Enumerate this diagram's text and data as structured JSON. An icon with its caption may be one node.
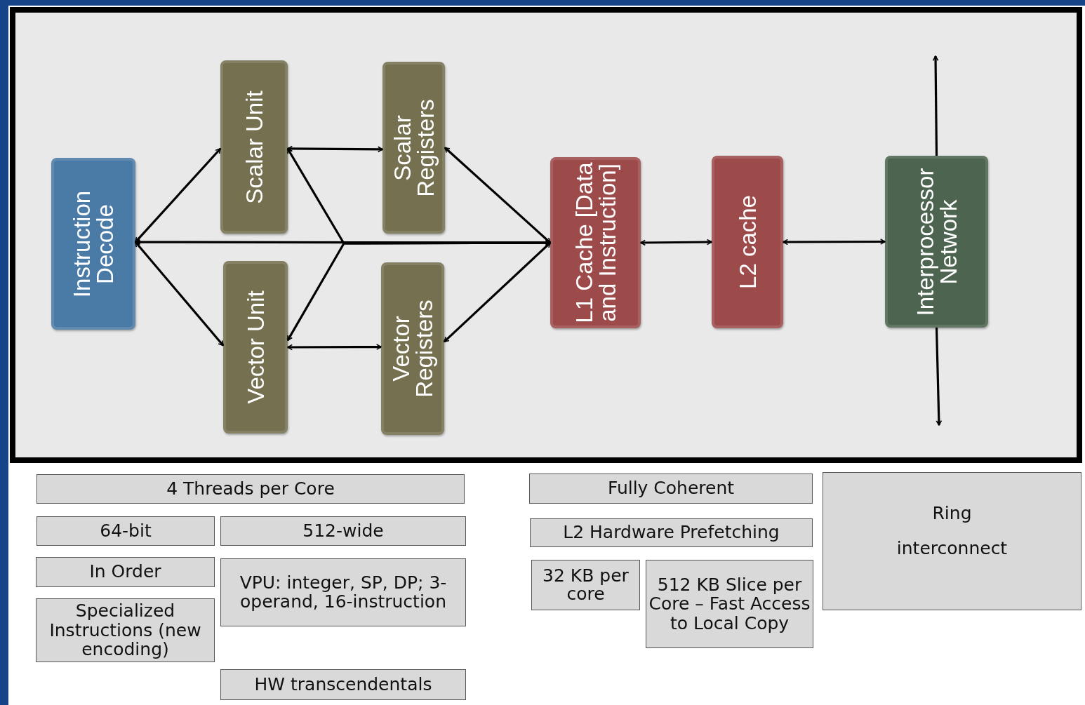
{
  "diagram": {
    "nodes": [
      {
        "text": [
          "Instruction Decode"
        ]
      },
      {
        "text": [
          "Scalar Unit"
        ]
      },
      {
        "text": [
          "Scalar Registers"
        ]
      },
      {
        "text": [
          "Vector Unit"
        ]
      },
      {
        "text": [
          "Vector Registers"
        ]
      },
      {
        "text": [
          "L1 Cache [Data and Instruction]"
        ]
      },
      {
        "text": [
          "L2 cache"
        ]
      },
      {
        "text": [
          "Interprocessor Network"
        ]
      },
      {
        "text": [
          "4 Threads per Core"
        ]
      },
      {
        "text": [
          "64-bit"
        ]
      },
      {
        "text": [
          "512-wide"
        ]
      },
      {
        "text": [
          "In Order"
        ]
      },
      {
        "text": [
          "VPU: integer, SP, DP; 3-operand, 16-instruction"
        ]
      },
      {
        "text": [
          "Specialized Instructions (new encoding)"
        ]
      },
      {
        "text": [
          "HW transcendentals"
        ]
      },
      {
        "text": [
          "Fully Coherent"
        ]
      },
      {
        "text": [
          "L2 Hardware Prefetching"
        ]
      },
      {
        "text": [
          "32 KB per core"
        ]
      },
      {
        "text": [
          "512 KB Slice per Core – Fast Access to Local Copy"
        ]
      },
      {
        "text": [
          "Ring interconnect"
        ]
      }
    ],
    "edges": [
      {
        "from": 0,
        "to": 1,
        "arrow": "both"
      },
      {
        "from": 0,
        "to": 3,
        "arrow": "both"
      },
      {
        "from": 0,
        "to": 5,
        "arrow": "both"
      },
      {
        "from": 5,
        "to": 1,
        "arrow": "both"
      },
      {
        "from": 5,
        "to": 3,
        "arrow": "both"
      },
      {
        "from": 1,
        "to": 2,
        "arrow": "both"
      },
      {
        "from": 3,
        "to": 4,
        "arrow": "both"
      },
      {
        "from": 2,
        "to": 5,
        "arrow": "both"
      },
      {
        "from": 4,
        "to": 5,
        "arrow": "both"
      },
      {
        "from": 5,
        "to": 6,
        "arrow": "both"
      },
      {
        "from": 6,
        "to": 7,
        "arrow": "both"
      },
      {
        "from": 7,
        "to": null,
        "arrow": "to"
      },
      {
        "from": 7,
        "to": null,
        "arrow": "to"
      }
    ]
  }
}
